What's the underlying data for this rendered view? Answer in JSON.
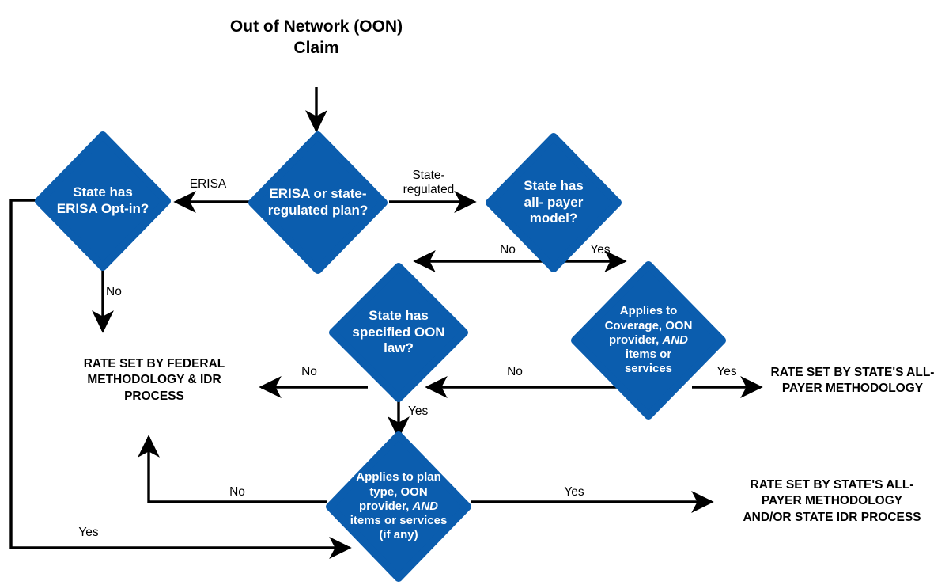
{
  "diagram": {
    "title": "Out of Network (OON)\nClaim",
    "colors": {
      "node_fill": "#0B5DAE",
      "edge_stroke": "#000000",
      "node_text": "#FFFFFF",
      "label_text": "#000000",
      "background": "#FFFFFF"
    },
    "nodes": [
      {
        "id": "erisa_optin",
        "label": "State has\nERISA Opt-in?",
        "shape": "decision-diamond"
      },
      {
        "id": "plan_type",
        "label": "ERISA or state-\nregulated plan?",
        "shape": "decision-diamond"
      },
      {
        "id": "all_payer",
        "label": "State has\nall- payer\nmodel?",
        "shape": "decision-diamond"
      },
      {
        "id": "oon_law",
        "label": "State has\nspecified OON\nlaw?",
        "shape": "decision-diamond"
      },
      {
        "id": "applies_cov",
        "label": "Applies to\nCoverage, OON\nprovider, AND\nitems or\nservices",
        "shape": "decision-diamond",
        "italic_word": "AND"
      },
      {
        "id": "applies_plan",
        "label": "Applies to plan\ntype, OON\nprovider, AND\nitems or services\n(if any)",
        "shape": "decision-diamond",
        "italic_word": "AND"
      }
    ],
    "outcomes": [
      {
        "id": "federal",
        "label": "RATE SET BY FEDERAL\nMETHODOLOGY & IDR\nPROCESS"
      },
      {
        "id": "state_all",
        "label": "RATE SET BY STATE'S ALL-\nPAYER METHODOLOGY"
      },
      {
        "id": "state_all_idr",
        "label": "RATE SET BY STATE'S ALL-\nPAYER METHODOLOGY\nAND/OR STATE IDR PROCESS"
      }
    ],
    "edge_labels": [
      {
        "id": "erisa",
        "text": "ERISA"
      },
      {
        "id": "state_regulated",
        "text": "State-\nregulated"
      },
      {
        "id": "optin_no",
        "text": "No"
      },
      {
        "id": "allpayer_no",
        "text": "No"
      },
      {
        "id": "allpayer_yes",
        "text": "Yes"
      },
      {
        "id": "oonlaw_no",
        "text": "No"
      },
      {
        "id": "appliescov_no",
        "text": "No"
      },
      {
        "id": "appliescov_yes",
        "text": "Yes"
      },
      {
        "id": "oonlaw_yes",
        "text": "Yes"
      },
      {
        "id": "appliesplan_no",
        "text": "No"
      },
      {
        "id": "appliesplan_yes",
        "text": "Yes"
      },
      {
        "id": "optin_yes",
        "text": "Yes"
      }
    ]
  }
}
